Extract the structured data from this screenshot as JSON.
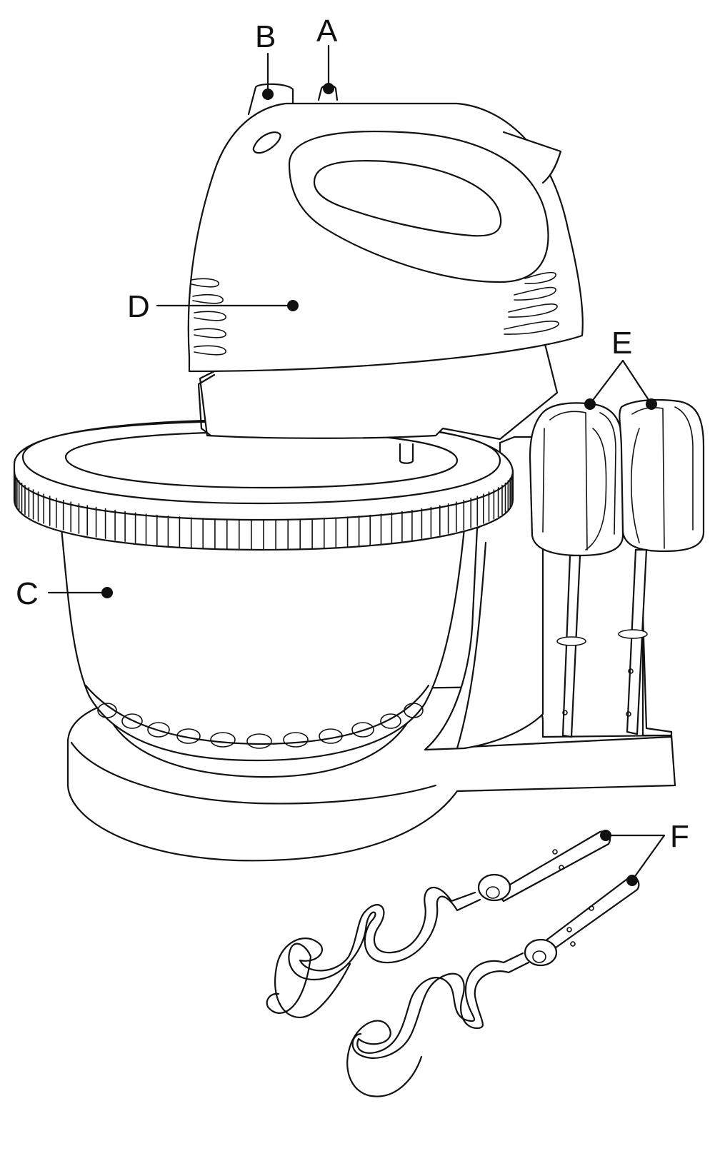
{
  "diagram": {
    "labels": {
      "a": "A",
      "b": "B",
      "c": "C",
      "d": "D",
      "e": "E",
      "f": "F"
    },
    "colors": {
      "line": "#111111",
      "background": "#ffffff"
    }
  }
}
